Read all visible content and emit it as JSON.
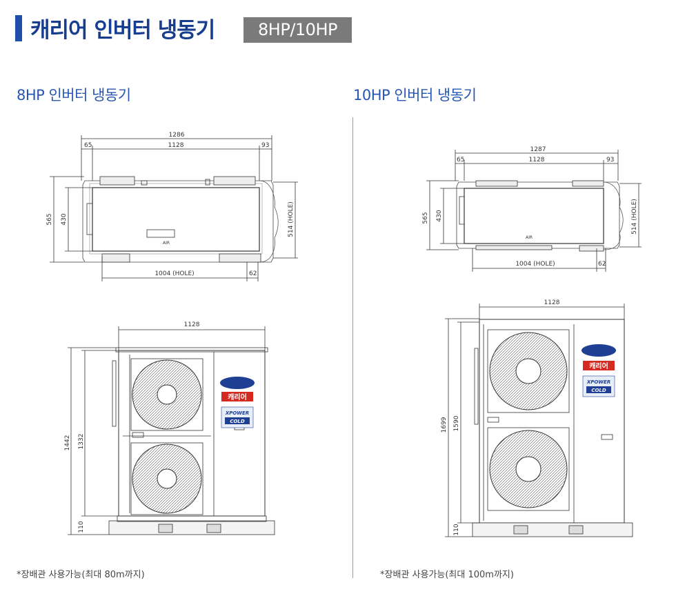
{
  "header": {
    "title": "캐리어 인버터 냉동기",
    "badge": "8HP/10HP"
  },
  "left": {
    "subtitle": "8HP 인버터 냉동기",
    "top_dims": {
      "overall": "1286",
      "inner": "1128",
      "left_off": "65",
      "right_off": "93",
      "height_outer": "565",
      "height_inner": "430",
      "hole_side": "514 (HOLE)",
      "hole_bottom": "1004 (HOLE)",
      "hole_off": "62",
      "air": "AIR"
    },
    "front_dims": {
      "width": "1128",
      "height_total": "1442",
      "height_body": "1332",
      "base": "110"
    },
    "note": "*장배관 사용가능(최대 80m까지)"
  },
  "right": {
    "subtitle": "10HP 인버터 냉동기",
    "top_dims": {
      "overall": "1287",
      "inner": "1128",
      "left_off": "65",
      "right_off": "93",
      "height_outer": "565",
      "height_inner": "430",
      "hole_side": "514 (HOLE)",
      "hole_bottom": "1004 (HOLE)",
      "hole_off": "62",
      "air": "AIR"
    },
    "front_dims": {
      "width": "1128",
      "height_total": "1699",
      "height_body": "1590",
      "base": "110"
    },
    "note": "*장배관 사용가능(최대 100m까지)"
  },
  "brand": {
    "name": "캐리어",
    "series1": "XPOWER",
    "series2": "COLD",
    "brand_color": "#d42a1f",
    "logo_color": "#1f3f95"
  }
}
